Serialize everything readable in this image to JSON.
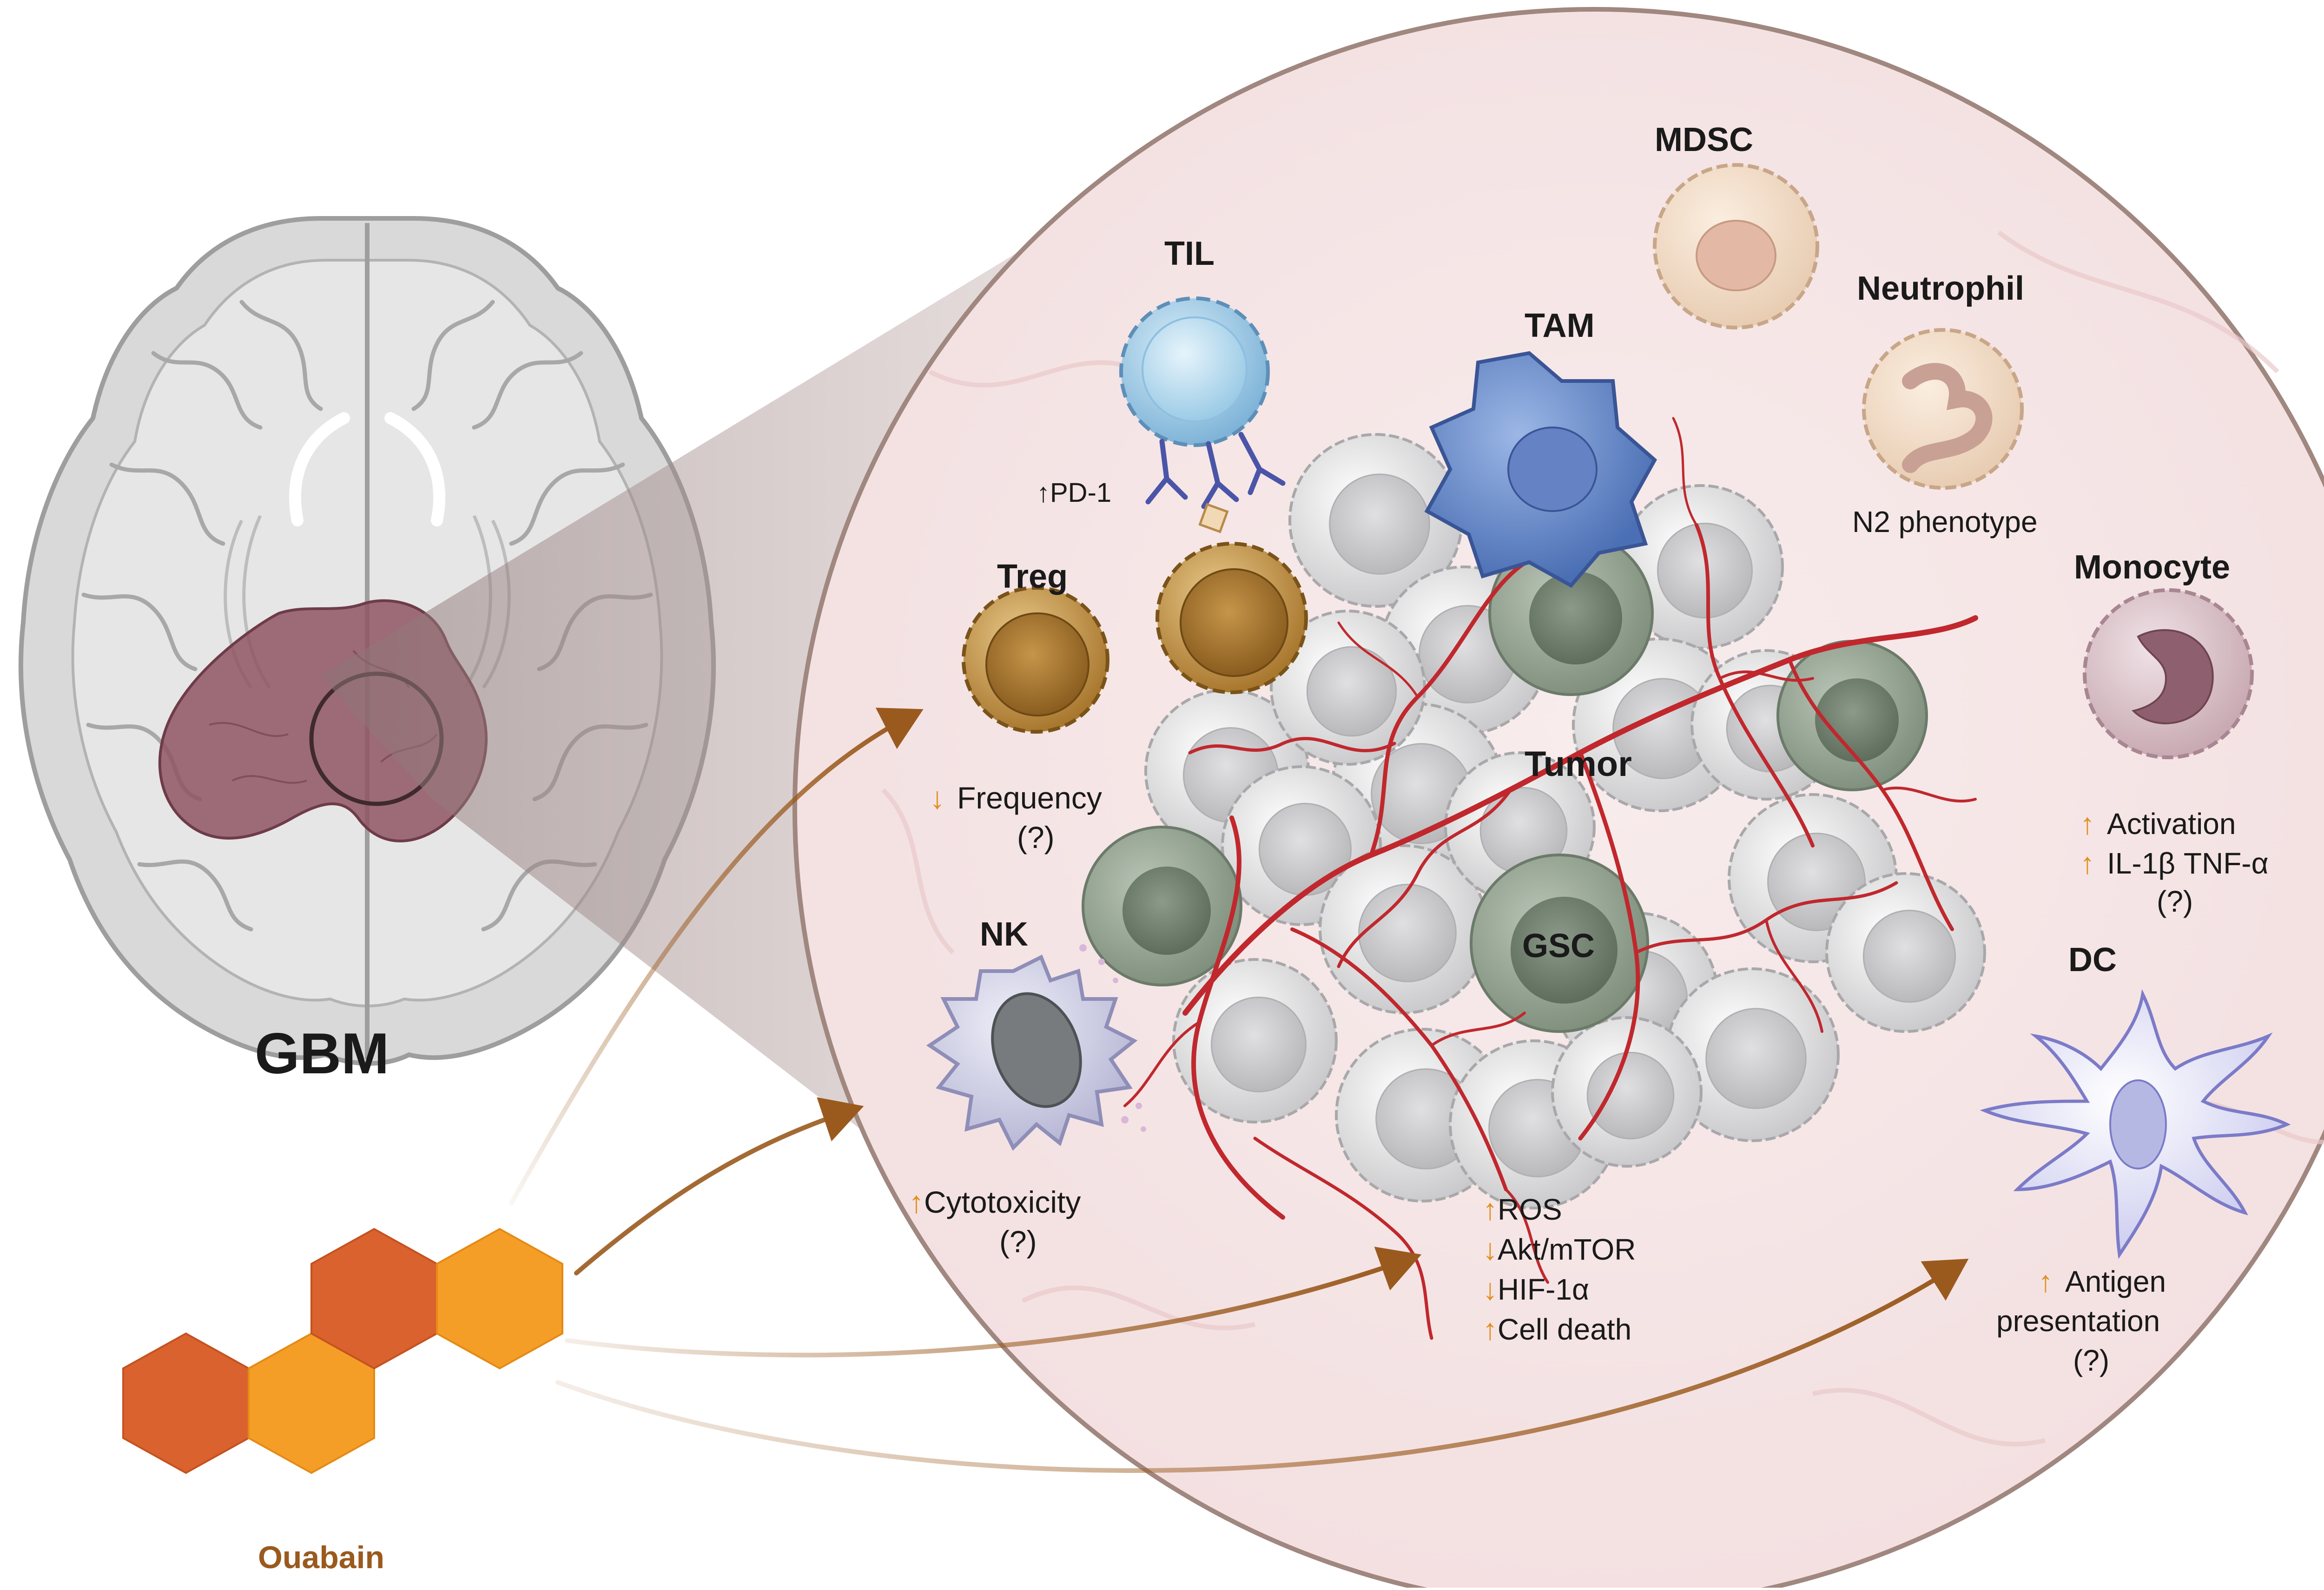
{
  "diagram": {
    "brain_label": "GBM",
    "drug_label": "Ouabain",
    "colors": {
      "arrow": "#9a5a1e",
      "up_down_marker": "#e0901f",
      "tumor_mass": "#8e5563",
      "circle_border": "#a0877f",
      "hex_dark": "#d9622e",
      "hex_light": "#f49e28"
    },
    "cells": {
      "til": {
        "name": "TIL",
        "note_marker": "↑",
        "note": "PD-1"
      },
      "treg": {
        "name": "Treg",
        "marker": "↓",
        "line1": "Frequency",
        "line2": "(?)"
      },
      "nk": {
        "name": "NK",
        "marker": "↑",
        "line1": "Cytotoxicity",
        "line2": "(?)"
      },
      "mdsc": {
        "name": "MDSC"
      },
      "tam": {
        "name": "TAM"
      },
      "neutrophil": {
        "name": "Neutrophil",
        "note": "N2 phenotype"
      },
      "monocyte": {
        "name": "Monocyte",
        "marker1": "↑",
        "line1": "Activation",
        "marker2": "↑",
        "line2": "IL-1β TNF-α",
        "line3": "(?)"
      },
      "dc": {
        "name": "DC",
        "marker": "↑",
        "line1": "Antigen",
        "line2": "presentation",
        "line3": "(?)"
      },
      "tumor": {
        "name": "Tumor"
      },
      "gsc": {
        "name": "GSC"
      }
    },
    "tumor_effects": [
      {
        "marker": "↑",
        "text": "ROS"
      },
      {
        "marker": "↓",
        "text": "Akt/mTOR"
      },
      {
        "marker": "↓",
        "text": "HIF-1α"
      },
      {
        "marker": "↑",
        "text": "Cell death"
      }
    ]
  }
}
